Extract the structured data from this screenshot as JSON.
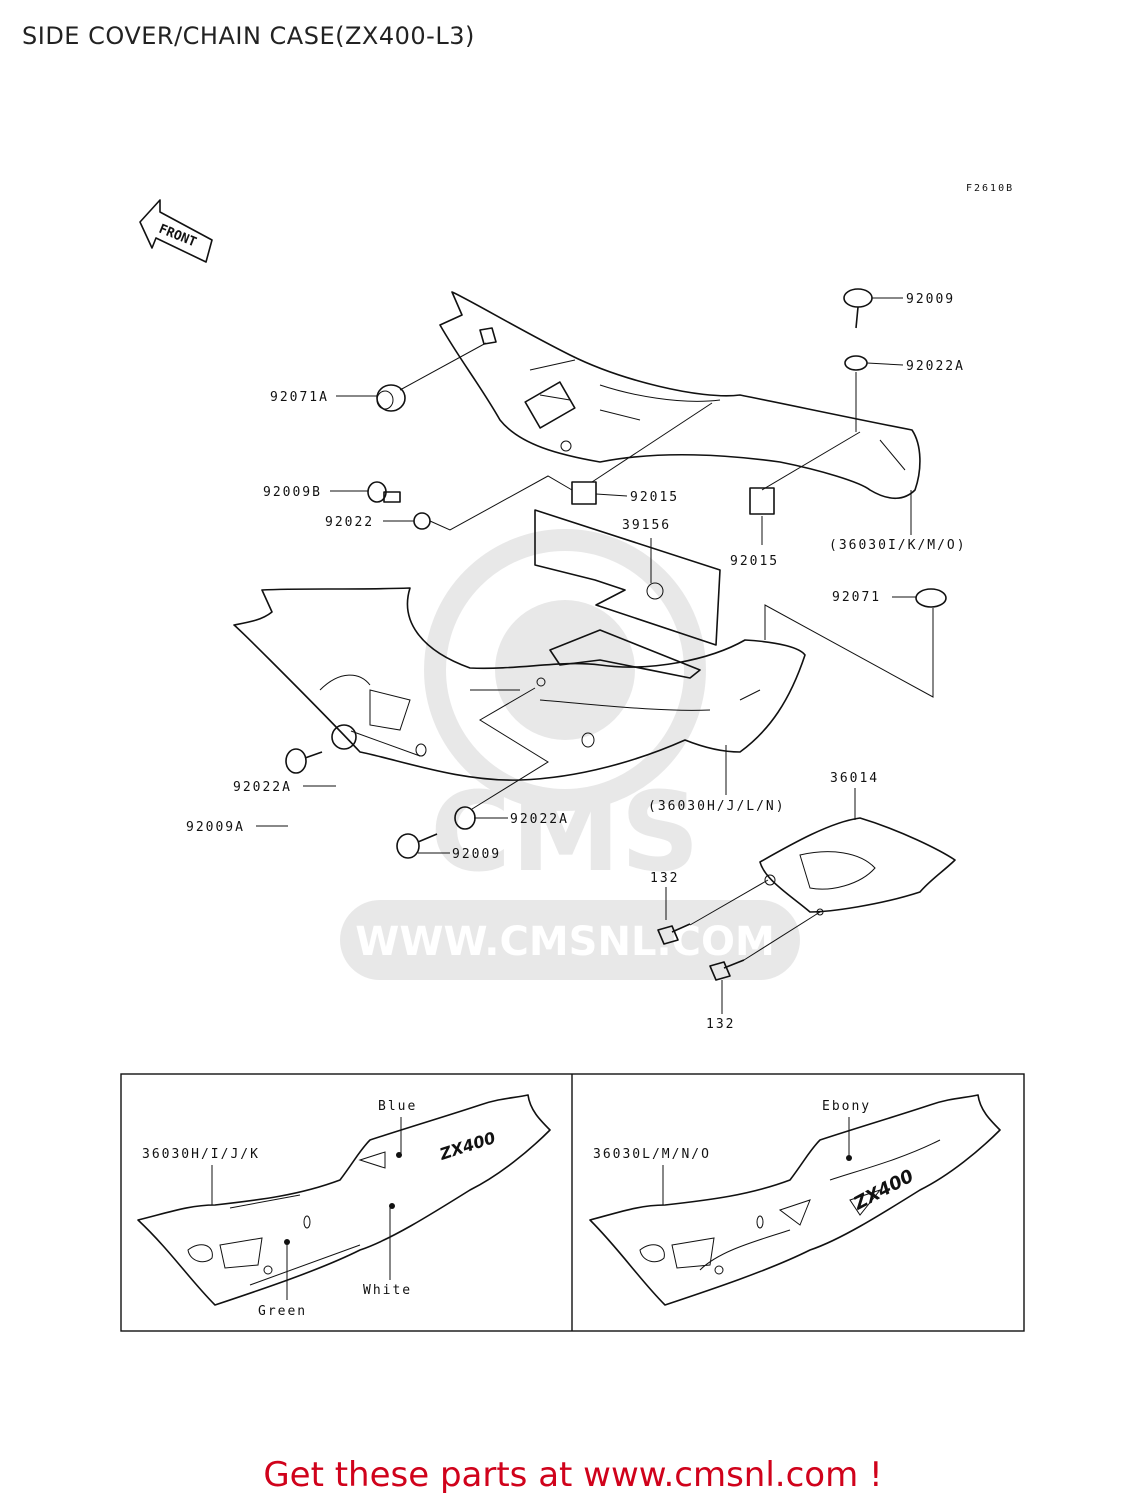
{
  "title": "SIDE COVER/CHAIN CASE(ZX400-L3)",
  "figure_code": "F2610B",
  "front_label": "FRONT",
  "watermark": {
    "logo": "CMS",
    "url": "WWW.CMSNL.COM"
  },
  "parts": {
    "p92009_top": "92009",
    "p92022A_top": "92022A",
    "p92071A": "92071A",
    "p92009B": "92009B",
    "p92022": "92022",
    "p92015_left": "92015",
    "p92015_right": "92015",
    "p36030IKMO": "(36030I/K/M/O)",
    "p39156": "39156",
    "p92071": "92071",
    "p92022A_left": "92022A",
    "p92009A": "92009A",
    "p92022A_mid": "92022A",
    "p92009_mid": "92009",
    "p36030HJLN": "(36030H/J/L/N)",
    "p36014": "36014",
    "p132_top": "132",
    "p132_bottom": "132"
  },
  "variants": {
    "left": {
      "code": "36030H/I/J/K",
      "colors": [
        "Blue",
        "White",
        "Green"
      ]
    },
    "right": {
      "code": "36030L/M/N/O",
      "colors": [
        "Ebony"
      ]
    },
    "badge": "ZX400"
  },
  "cta": "Get these parts at www.cmsnl.com !"
}
